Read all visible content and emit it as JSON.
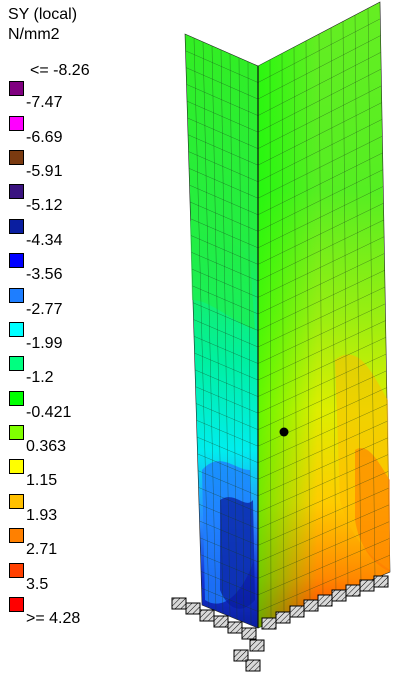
{
  "legend": {
    "title": "SY (local)",
    "unit": "N/mm2",
    "top_label": "<= -8.26",
    "bottom_label": ">= 4.28",
    "entries": [
      {
        "value": "-7.47",
        "color": "#800080"
      },
      {
        "value": "-6.69",
        "color": "#ff00ff"
      },
      {
        "value": "-5.91",
        "color": "#7a3a10"
      },
      {
        "value": "-5.12",
        "color": "#3a1380"
      },
      {
        "value": "-4.34",
        "color": "#0a1ea0"
      },
      {
        "value": "-3.56",
        "color": "#0000ff"
      },
      {
        "value": "-2.77",
        "color": "#1e7eff"
      },
      {
        "value": "-1.99",
        "color": "#00ffff"
      },
      {
        "value": "-1.2",
        "color": "#00ff80"
      },
      {
        "value": "-0.421",
        "color": "#00ff00"
      },
      {
        "value": "0.363",
        "color": "#80ff00"
      },
      {
        "value": "1.15",
        "color": "#ffff00"
      },
      {
        "value": "1.93",
        "color": "#ffc000"
      },
      {
        "value": "2.71",
        "color": "#ff8000"
      },
      {
        "value": "3.5",
        "color": "#ff4000"
      },
      {
        "value": "",
        "color": "#ff0000"
      }
    ]
  }
}
